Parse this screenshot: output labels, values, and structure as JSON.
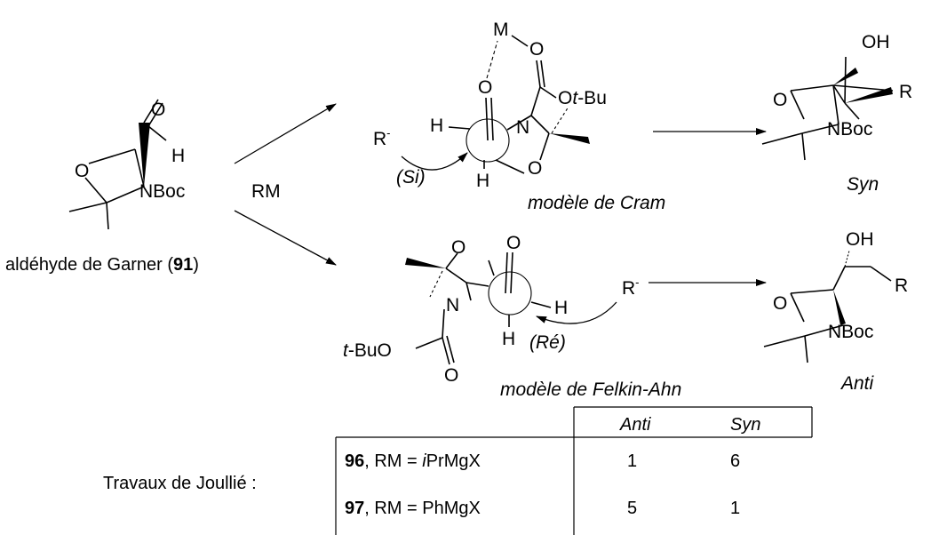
{
  "garner": {
    "O_ring": "O",
    "O_carbonyl": "O",
    "H": "H",
    "NBoc": "NBoc",
    "name_prefix": "aldéhyde de Garner (",
    "name_number": "91",
    "name_suffix": ")"
  },
  "reagent": "RM",
  "cram": {
    "M": "M",
    "O_left": "O",
    "O_top": "O",
    "OtBu_O": "O",
    "OtBu_t": "t",
    "OtBu_rest": "-Bu",
    "H_left": "H",
    "H_bottom": "H",
    "N": "N",
    "O_ring": "O",
    "R": "R",
    "R_charge": "-",
    "face": "(Si)",
    "caption": "modèle de Cram"
  },
  "felkin": {
    "O_ring": "O",
    "O_carbonyl": "O",
    "N": "N",
    "H_right": "H",
    "H_bottom": "H",
    "tBuO_t": "t",
    "tBuO_rest": "-BuO",
    "O_boc": "O",
    "R": "R",
    "R_charge": "-",
    "face": "(Ré)",
    "caption": "modèle de Felkin-Ahn"
  },
  "syn_product": {
    "OH": "OH",
    "R": "R",
    "O_ring": "O",
    "NBoc": "NBoc",
    "label": "Syn"
  },
  "anti_product": {
    "OH": "OH",
    "R": "R",
    "O_ring": "O",
    "NBoc": "NBoc",
    "label": "Anti"
  },
  "table": {
    "caption": "Travaux de Joullié :",
    "columns": [
      "Anti",
      "Syn"
    ],
    "rows": [
      {
        "num": "96",
        "sep": ", RM = ",
        "prefix": "i",
        "reagent": "PrMgX",
        "anti": "1",
        "syn": "6"
      },
      {
        "num": "97",
        "sep": ", RM = ",
        "prefix": "",
        "reagent": "PhMgX",
        "anti": "5",
        "syn": "1"
      }
    ]
  }
}
